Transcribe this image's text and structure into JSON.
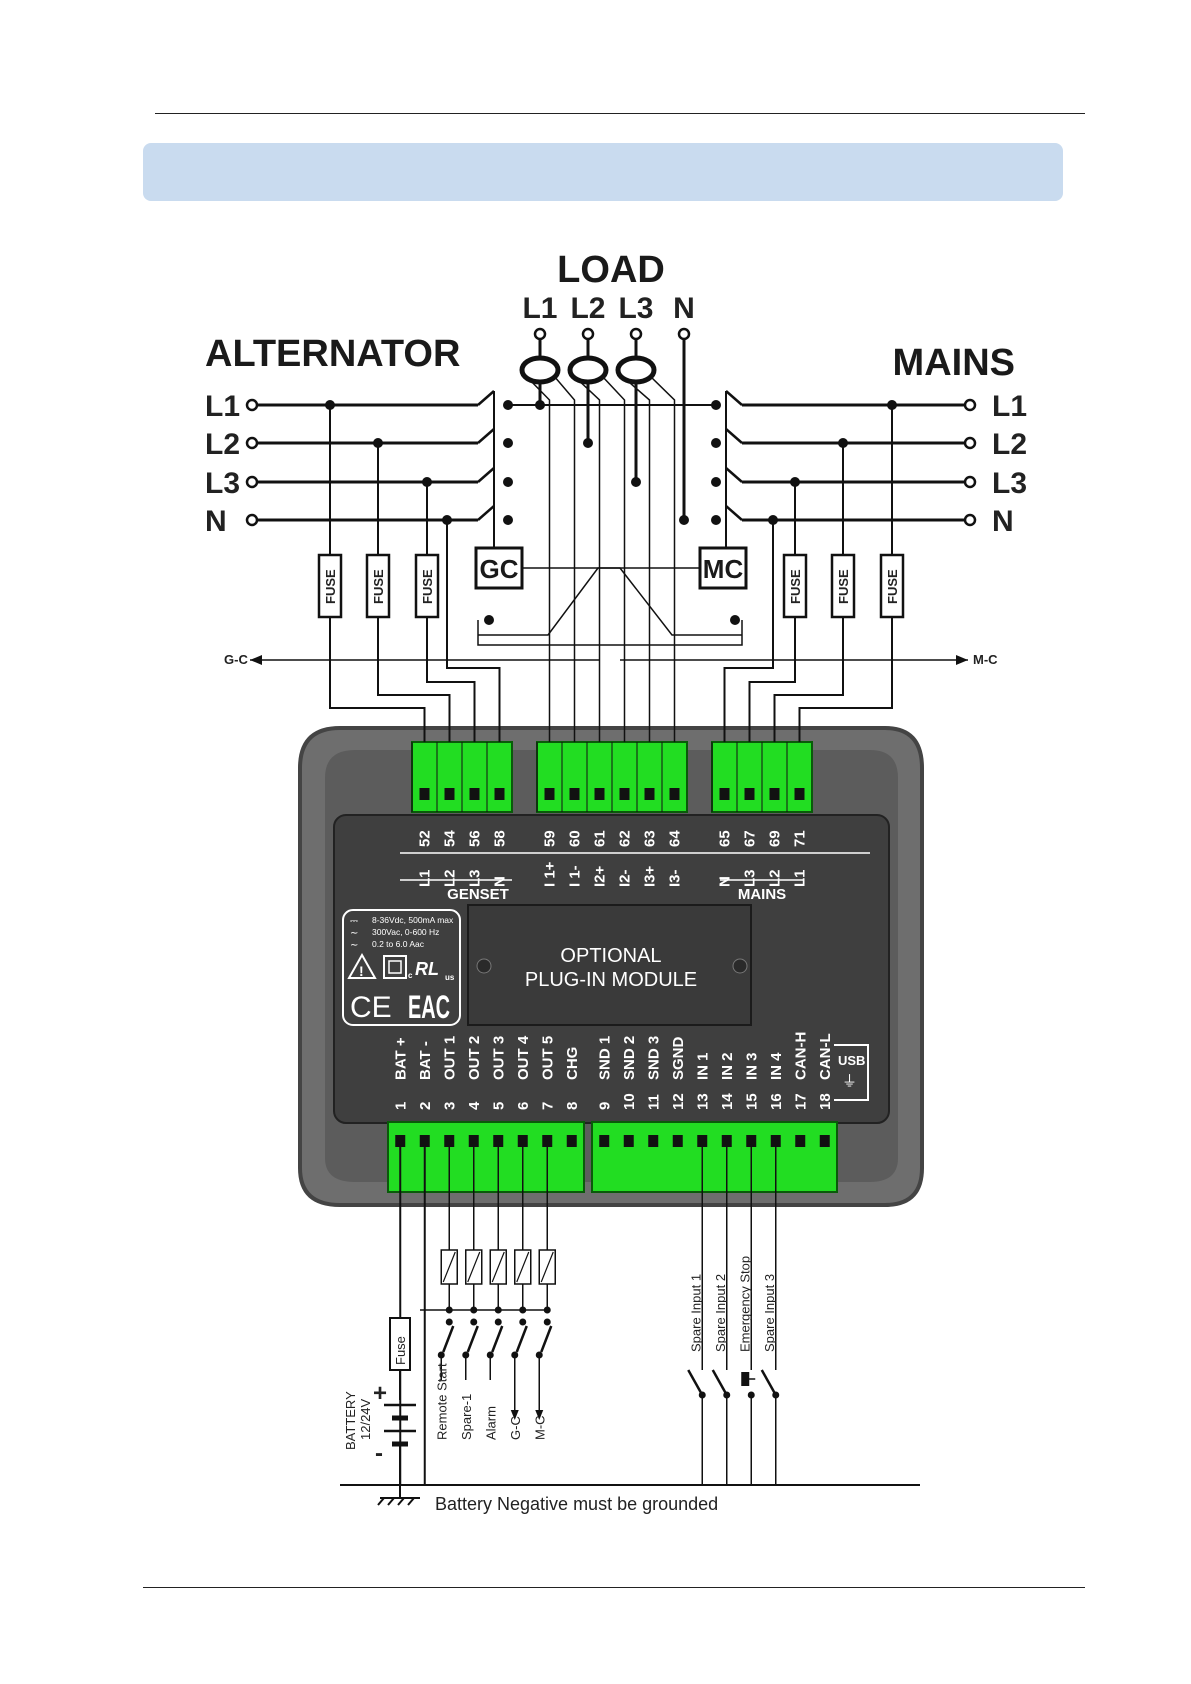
{
  "load": {
    "title": "LOAD",
    "phases": [
      "L1",
      "L2",
      "L3",
      "N"
    ]
  },
  "alternator": {
    "title": "ALTERNATOR",
    "lines": [
      "L1",
      "L2",
      "L3",
      "N"
    ]
  },
  "mains": {
    "title": "MAINS",
    "lines": [
      "L1",
      "L2",
      "L3",
      "N"
    ]
  },
  "contactors": {
    "genset": "GC",
    "mains": "MC"
  },
  "fuse_label": "FUSE",
  "signals": {
    "gc": "G-C",
    "mc": "M-C"
  },
  "top_terminals": {
    "genset": {
      "numbers": [
        "52",
        "54",
        "56",
        "58"
      ],
      "labels": [
        "L1",
        "L2",
        "L3",
        "N"
      ],
      "group": "GENSET"
    },
    "current": {
      "numbers": [
        "59",
        "60",
        "61",
        "62",
        "63",
        "64"
      ],
      "labels": [
        "I 1+",
        "I 1-",
        "I2+",
        "I2-",
        "I3+",
        "I3-"
      ]
    },
    "mains": {
      "numbers": [
        "65",
        "67",
        "69",
        "71"
      ],
      "labels": [
        "N",
        "L3",
        "L2",
        "L1"
      ],
      "group": "MAINS"
    }
  },
  "ratings": [
    "8-36Vdc, 500mA max",
    "300Vac, 0-600 Hz",
    "0.2 to 6.0 Aac"
  ],
  "cert_marks": {
    "ce": "CE",
    "eac": "EAC",
    "ul_c": "c",
    "ul_us": "us"
  },
  "module": {
    "line1": "OPTIONAL",
    "line2": "PLUG-IN MODULE"
  },
  "bottom_terminals": {
    "numbers": [
      "1",
      "2",
      "3",
      "4",
      "5",
      "6",
      "7",
      "8",
      "9",
      "10",
      "11",
      "12",
      "13",
      "14",
      "15",
      "16",
      "17",
      "18"
    ],
    "labels": [
      "BAT +",
      "BAT -",
      "OUT 1",
      "OUT 2",
      "OUT 3",
      "OUT 4",
      "OUT 5",
      "CHG",
      "SND 1",
      "SND 2",
      "SND 3",
      "SGND",
      "IN 1",
      "IN 2",
      "IN 3",
      "IN 4",
      "CAN-H",
      "CAN-L"
    ]
  },
  "usb": "USB",
  "outputs": [
    "Remote Start",
    "Spare-1",
    "Alarm",
    "G-C",
    "M-C"
  ],
  "inputs": [
    "Spare Input 1",
    "Spare Input 2",
    "Emergency Stop",
    "Spare Input 3"
  ],
  "battery": {
    "label": "BATTERY",
    "voltage": "12/24V",
    "fuse": "Fuse",
    "plus": "+",
    "minus": "-"
  },
  "ground_note": "Battery Negative must be grounded"
}
